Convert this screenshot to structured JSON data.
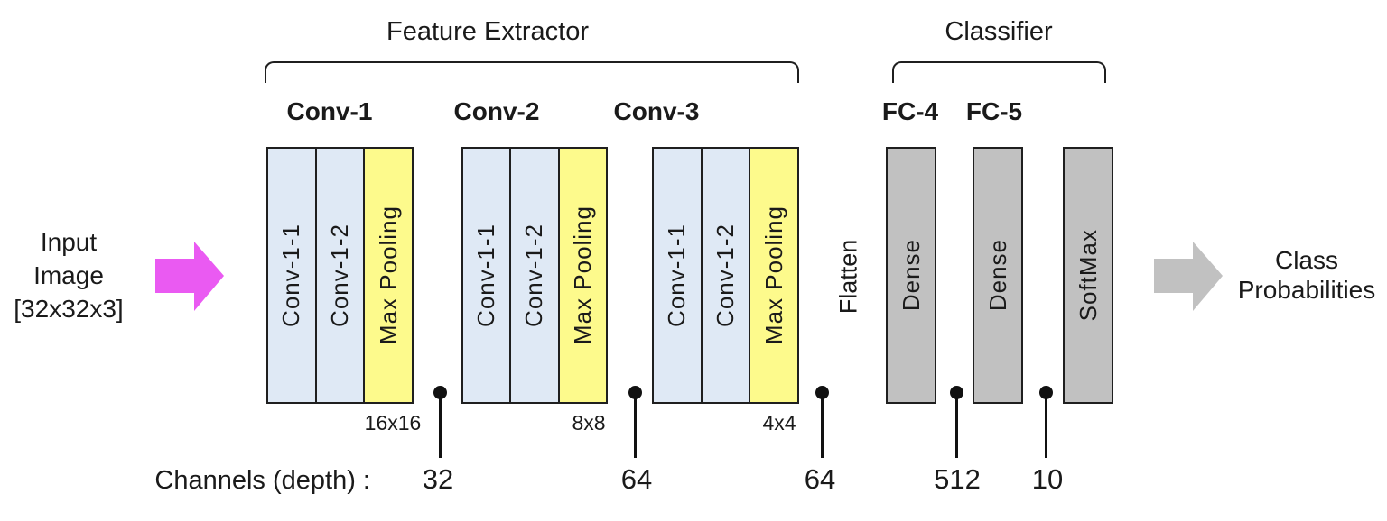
{
  "sections": {
    "feature_extractor": {
      "title": "Feature Extractor",
      "blocks": [
        {
          "label": "Conv-1",
          "columns": [
            "Conv-1-1",
            "Conv-1-2",
            "Max Pooling"
          ],
          "output_size": "16x16"
        },
        {
          "label": "Conv-2",
          "columns": [
            "Conv-1-1",
            "Conv-1-2",
            "Max Pooling"
          ],
          "output_size": "8x8"
        },
        {
          "label": "Conv-3",
          "columns": [
            "Conv-1-1",
            "Conv-1-2",
            "Max Pooling"
          ],
          "output_size": "4x4"
        }
      ],
      "flatten_label": "Flatten"
    },
    "classifier": {
      "title": "Classifier",
      "block_labels": [
        "FC-4",
        "FC-5"
      ],
      "layers": [
        "Dense",
        "Dense",
        "SoftMax"
      ]
    }
  },
  "input": {
    "lines": [
      "Input",
      "Image",
      "[32x32x3]"
    ]
  },
  "output": {
    "lines": [
      "Class",
      "Probabilities"
    ]
  },
  "channels": {
    "label": "Channels (depth) :",
    "values": [
      "32",
      "64",
      "64",
      "512",
      "10"
    ]
  },
  "colors": {
    "conv_fill": "#dfe9f5",
    "pool_fill": "#fdfa8c",
    "fc_fill": "#c1c1c1",
    "input_arrow": "#ea5af2",
    "output_arrow": "#c1c1c1",
    "outline": "#1f1f1f"
  }
}
